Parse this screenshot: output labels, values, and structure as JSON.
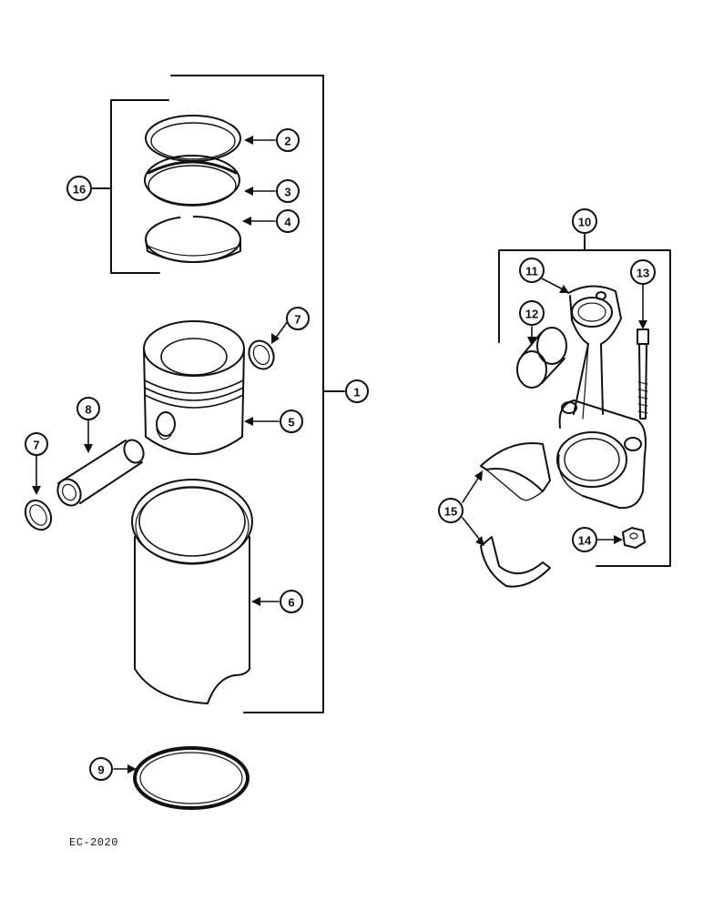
{
  "drawing_code": "EC-2020",
  "callouts": {
    "c1": "1",
    "c2": "2",
    "c3": "3",
    "c4": "4",
    "c5": "5",
    "c6": "6",
    "c7a": "7",
    "c7b": "7",
    "c8": "8",
    "c9": "9",
    "c10": "10",
    "c11": "11",
    "c12": "12",
    "c13": "13",
    "c14": "14",
    "c15": "15",
    "c16": "16"
  },
  "colors": {
    "ink": "#111111",
    "paper": "#ffffff"
  }
}
